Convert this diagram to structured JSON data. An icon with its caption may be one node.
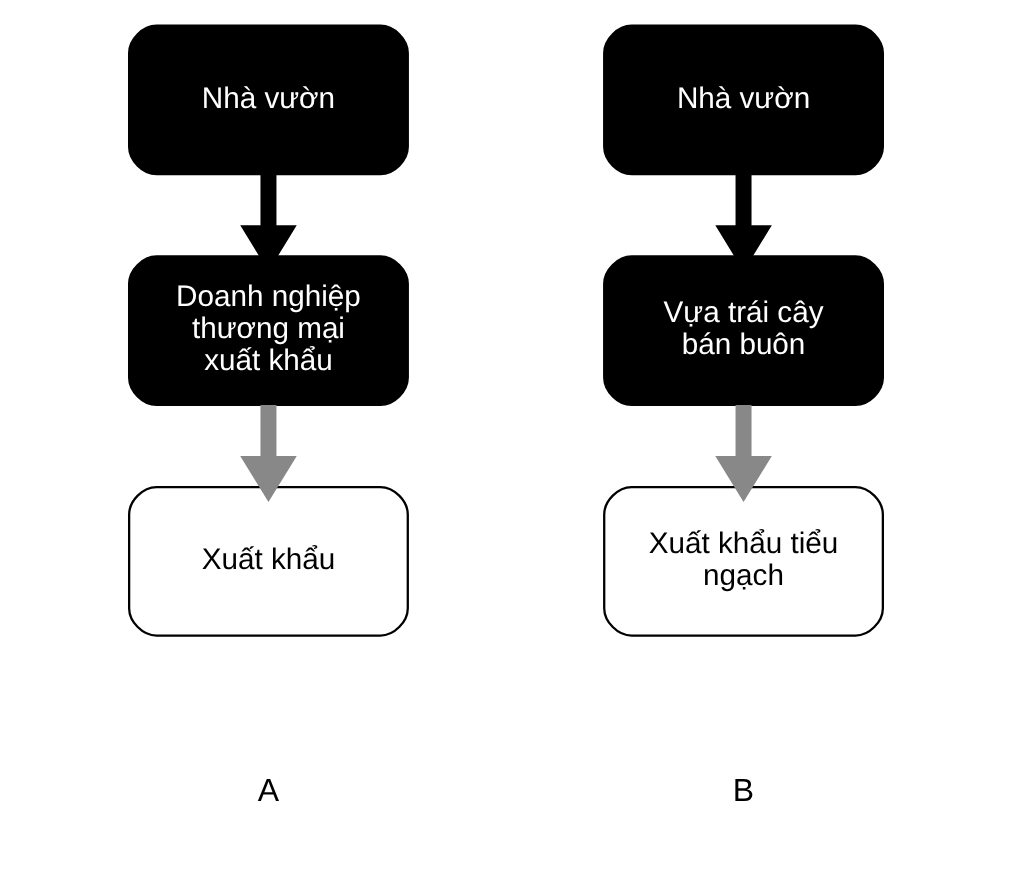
{
  "diagram": {
    "nodes": [
      {
        "text": [
          "Nhà vườn"
        ]
      },
      {
        "text": [
          "Doanh nghiệp thương mại xuất khẩu"
        ]
      },
      {
        "text": [
          "Xuất khẩu"
        ]
      },
      {
        "text": [
          "Nhà vườn"
        ]
      },
      {
        "text": [
          "Vựa trái cây bán buôn"
        ]
      },
      {
        "text": [
          "Xuất khẩu tiểu ngạch"
        ]
      }
    ],
    "edges": [
      {
        "from": 0,
        "to": 1,
        "arrow": "to"
      },
      {
        "from": 1,
        "to": 2,
        "arrow": "to",
        "color": "#888888"
      },
      {
        "from": 3,
        "to": 4,
        "arrow": "to"
      },
      {
        "from": 4,
        "to": 5,
        "arrow": "to",
        "color": "#888888"
      }
    ],
    "labels": [
      "A",
      "B"
    ]
  }
}
